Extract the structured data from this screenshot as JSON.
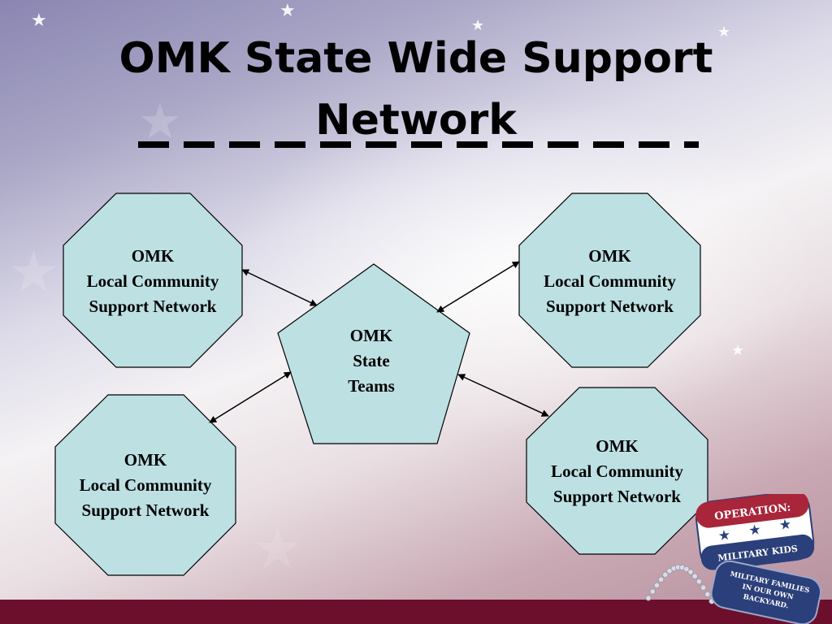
{
  "slide": {
    "title_line1": "OMK State Wide Support",
    "title_line2": "Network"
  },
  "diagram": {
    "center_node": {
      "lines": [
        "OMK",
        "State",
        "Teams"
      ]
    },
    "local_nodes": [
      {
        "lines": [
          "OMK",
          "Local Community",
          "Support Network"
        ]
      },
      {
        "lines": [
          "OMK",
          "Local Community",
          "Support Network"
        ]
      },
      {
        "lines": [
          "OMK",
          "Local Community",
          "Support Network"
        ]
      },
      {
        "lines": [
          "OMK",
          "Local Community",
          "Support Network"
        ]
      }
    ],
    "colors": {
      "node_fill": "#bde0e3",
      "node_stroke": "#000000",
      "connector": "#000000",
      "bottom_bar": "#6b0f2d"
    }
  },
  "logo": {
    "top_text": "OPERATION:",
    "middle_text": "MILITARY KIDS",
    "tag_line1": "MILITARY FAMILIES",
    "tag_line2": "IN OUR OWN",
    "tag_line3": "BACKYARD.",
    "colors": {
      "red": "#a8253a",
      "navy": "#2b3f7a",
      "white": "#ffffff",
      "chain": "#d8dce6"
    }
  }
}
